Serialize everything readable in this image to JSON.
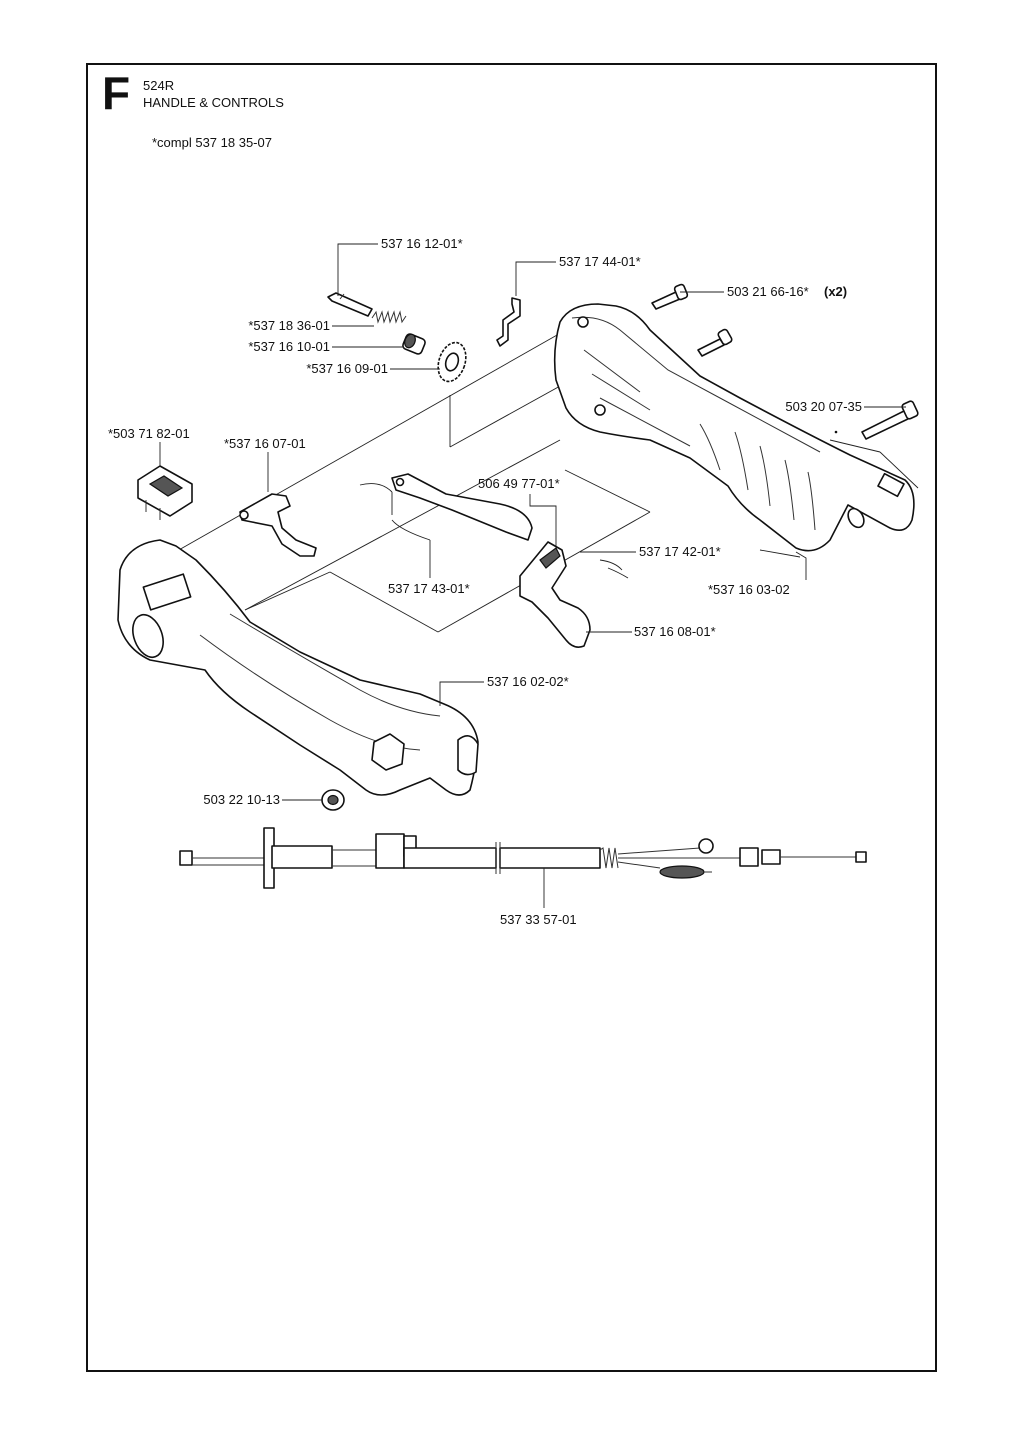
{
  "header": {
    "section_letter": "F",
    "model": "524R",
    "title": "HANDLE & CONTROLS",
    "compl_note": "*compl 537 18 35-07"
  },
  "callouts": {
    "p1": "537 16 12-01*",
    "p2": "537 17 44-01*",
    "p3": "503 21 66-16*",
    "p3_qty": "(x2)",
    "p4": "*537 18 36-01",
    "p5": "*537 16 10-01",
    "p6": "*537 16 09-01",
    "p7": "503 20 07-35",
    "p8": "*503 71 82-01",
    "p9": "*537 16 07-01",
    "p10": "506 49 77-01*",
    "p11": "537 17 42-01*",
    "p12": "537 17 43-01*",
    "p13": "*537 16 03-02",
    "p14": "537 16 08-01*",
    "p15": "537 16 02-02*",
    "p16": "503 22 10-13",
    "p17": "537 33 57-01"
  }
}
